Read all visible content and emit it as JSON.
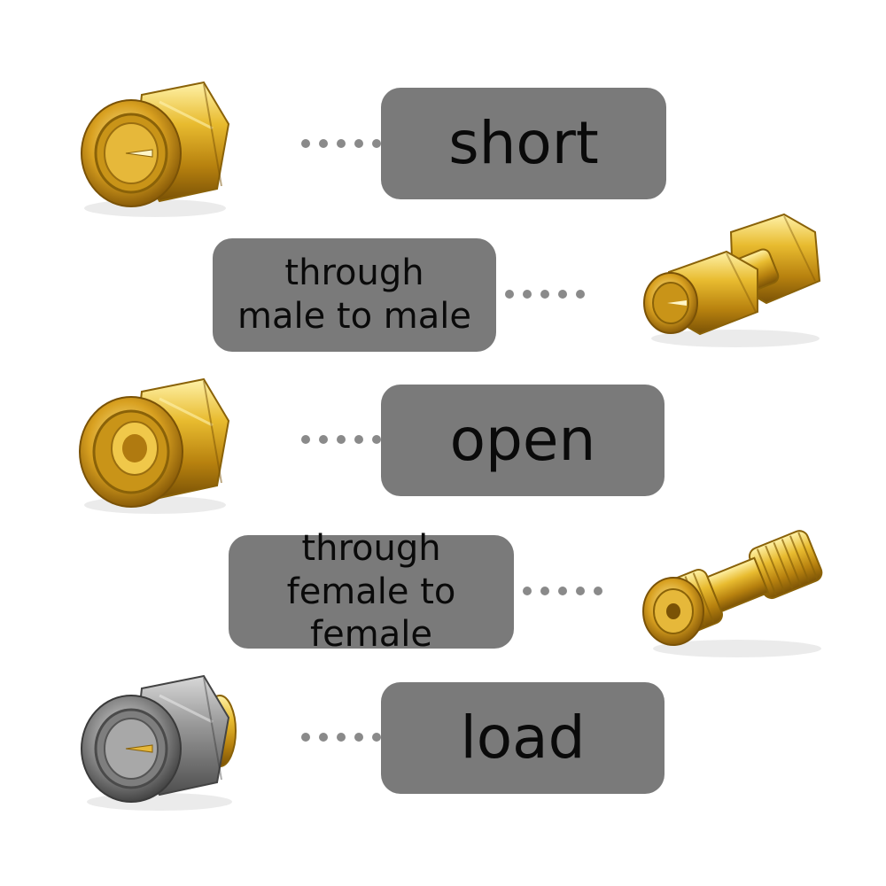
{
  "labels": {
    "short": "short",
    "through_male": [
      "through",
      "male to male"
    ],
    "open": "open",
    "through_female": [
      "through",
      "female to female"
    ],
    "load": "load"
  },
  "icons": {
    "short": "gold-sma-short-connector-icon",
    "through_male": "gold-sma-male-to-male-adapter-icon",
    "open": "gold-sma-open-connector-icon",
    "through_female": "gold-sma-female-to-female-adapter-icon",
    "load": "steel-sma-load-connector-icon"
  },
  "colors": {
    "label_bg": "#7a7a7a",
    "dot": "#8a8a8a",
    "gold": "#d9a520",
    "steel": "#8e8e8e"
  }
}
